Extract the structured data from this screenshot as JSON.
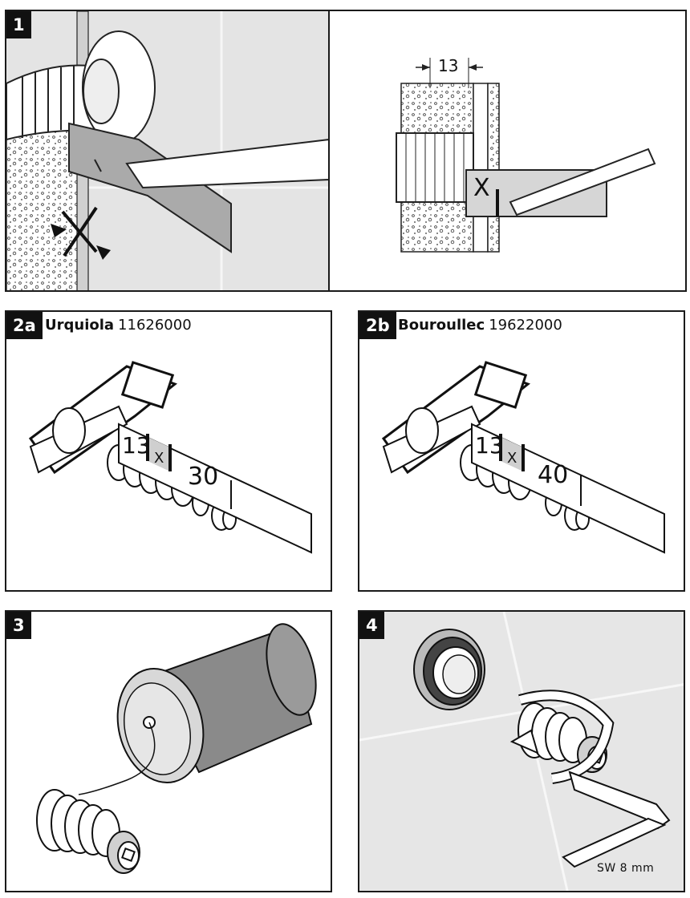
{
  "step1": {
    "badge": "1",
    "dimension": "13",
    "marker": "X"
  },
  "step2a": {
    "badge": "2a",
    "model": "Urquiola",
    "code": "11626000",
    "ruler_left": "13",
    "ruler_mark": "X",
    "ruler_right": "30"
  },
  "step2b": {
    "badge": "2b",
    "model": "Bouroullec",
    "code": "19622000",
    "ruler_left": "13",
    "ruler_mark": "X",
    "ruler_right": "40"
  },
  "step3": {
    "badge": "3"
  },
  "step4": {
    "badge": "4",
    "tool_label": "SW 8 mm"
  }
}
